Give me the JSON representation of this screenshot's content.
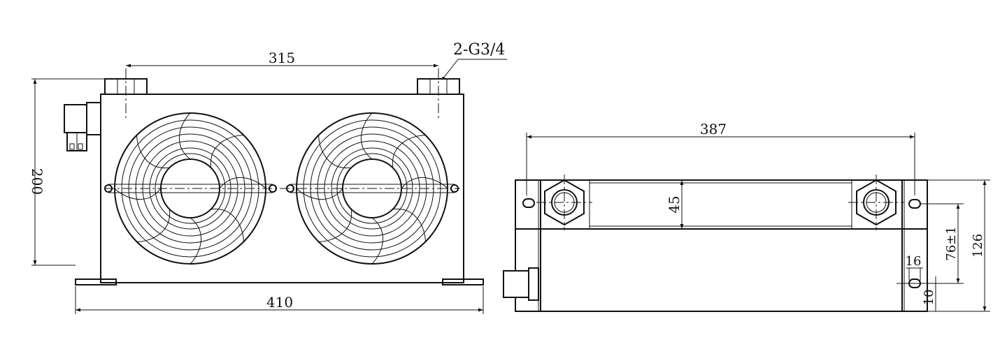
{
  "drawing": {
    "front_view": {
      "width_total": "410",
      "port_spacing": "315",
      "height": "200",
      "port_callout": "2-G3/4"
    },
    "side_view": {
      "length": "387",
      "core_height": "45",
      "mount_spacing": "76±1",
      "height": "126",
      "slot_width": "16",
      "slot_offset": "10"
    }
  }
}
